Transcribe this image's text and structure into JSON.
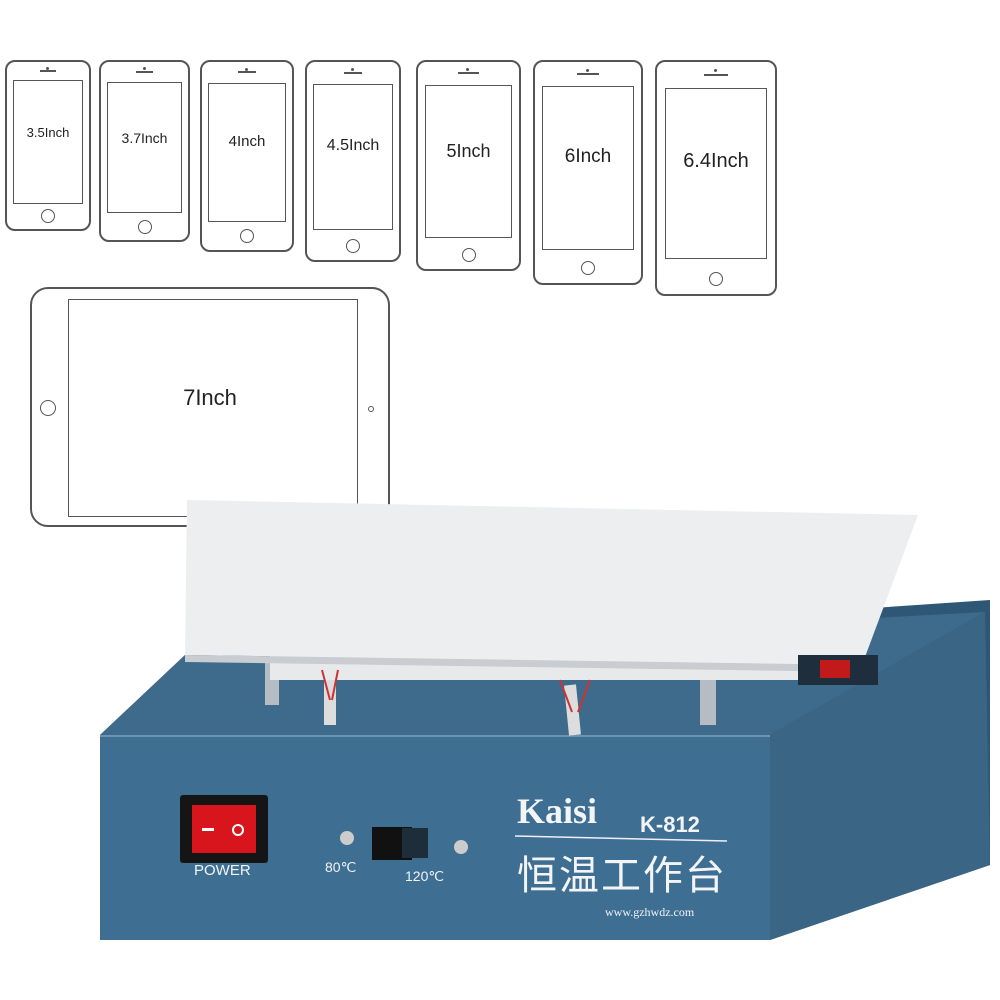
{
  "phones": [
    {
      "label": "3.5Inch"
    },
    {
      "label": "3.7Inch"
    },
    {
      "label": "4Inch"
    },
    {
      "label": "4.5Inch"
    },
    {
      "label": "5Inch"
    },
    {
      "label": "6Inch"
    },
    {
      "label": "6.4Inch"
    }
  ],
  "tablet": {
    "label": "7Inch"
  },
  "device": {
    "brand": "Kaisi",
    "model": "K-812",
    "name_cn": "恒温工作台",
    "website": "www.gzhwdz.com",
    "power_label": "POWER",
    "temp_low": "80℃",
    "temp_high": "120℃",
    "colors": {
      "body": "#3c6a8e",
      "switch": "#d8151c"
    }
  }
}
